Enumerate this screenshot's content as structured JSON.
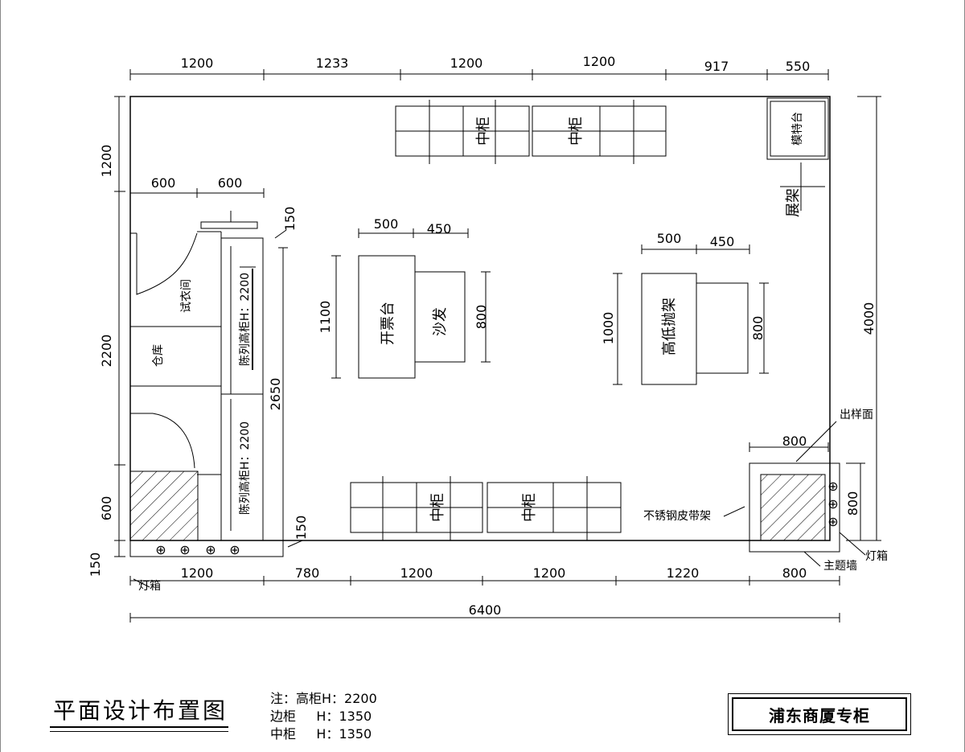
{
  "dims": {
    "top": [
      "1200",
      "1233",
      "1200",
      "1200",
      "917",
      "550"
    ],
    "bottom": [
      "1200",
      "780",
      "1200",
      "1200",
      "1220",
      "800"
    ],
    "total": "6400",
    "left_1200": "1200",
    "left_2200": "2200",
    "left_600": "600",
    "left_150": "150",
    "upper_600a": "600",
    "upper_600b": "600",
    "cab_150_top": "150",
    "cab_150_bottom": "150",
    "cab_2650": "2650",
    "desk_500": "500",
    "desk_450": "450",
    "desk_1100": "1100",
    "desk_800": "800",
    "rack_500": "500",
    "rack_450": "450",
    "rack_1000": "1000",
    "rack_800": "800",
    "right_4000": "4000",
    "corner_800_w": "800",
    "corner_800_h": "800"
  },
  "labels": {
    "mid_cab": "中柜",
    "mannequin": "模特台",
    "display_rack": "展架",
    "fitting_room": "试衣间",
    "storage": "仓库",
    "tall_cab": "陈列高柜H：2200",
    "cashier": "开票台",
    "sofa": "沙发",
    "hl_rack": "高低抛架",
    "sample_face": "出样面",
    "belt_rack": "不锈钢皮带架",
    "light_box": "灯箱",
    "theme_wall": "主题墙"
  },
  "title": "平面设计布置图",
  "notes": [
    "注：高柜H：2200",
    "边柜     H：1350",
    "中柜     H：1350"
  ],
  "store_label": "浦东商厦专柜"
}
